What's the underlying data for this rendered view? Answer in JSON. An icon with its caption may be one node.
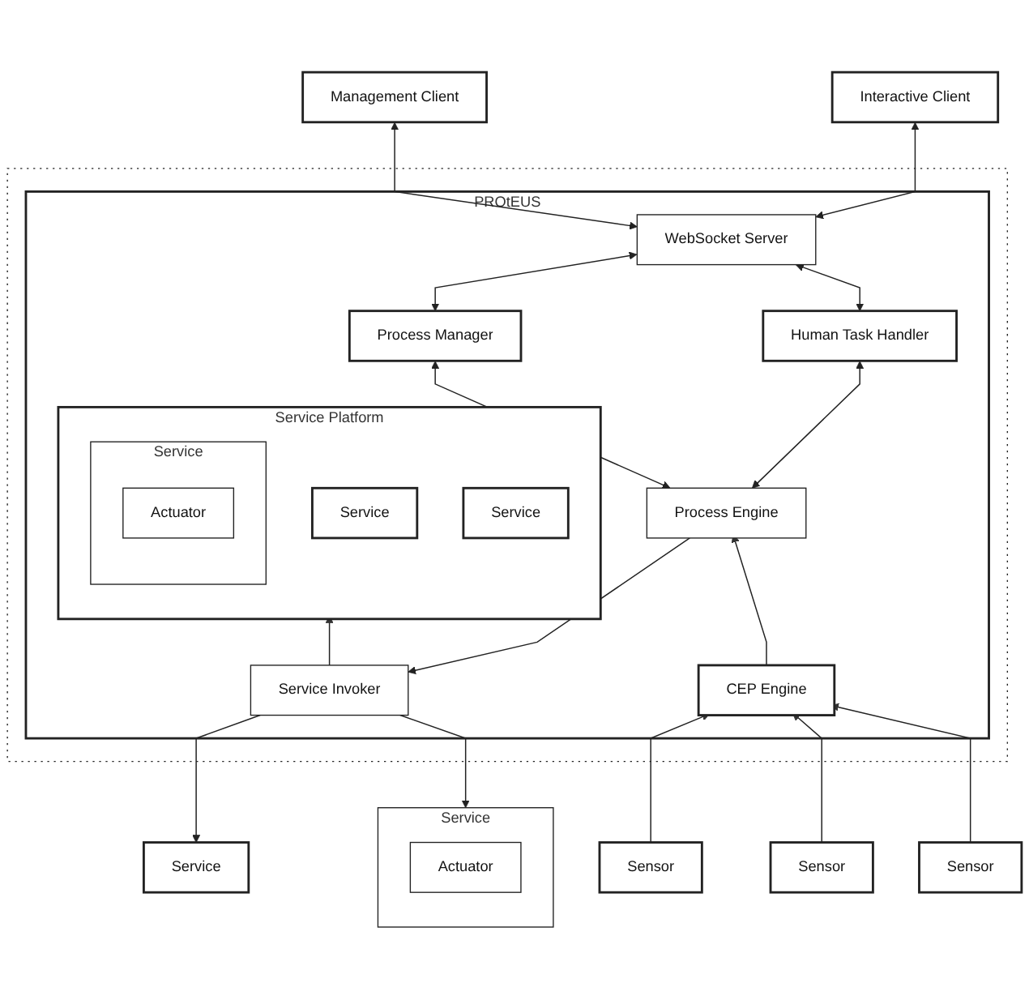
{
  "diagram": {
    "nodes": [
      {
        "text": [
          "Management Client"
        ]
      },
      {
        "text": [
          "Interactive Client"
        ]
      },
      {
        "text": [],
        "shape": "box"
      },
      {
        "text": [
          "PROtEUS"
        ],
        "in": 2
      },
      {
        "text": [
          "WebSocket Server"
        ],
        "in": 3
      },
      {
        "text": [
          "Process Manager"
        ],
        "in": 3
      },
      {
        "text": [
          "Human Task Handler"
        ],
        "in": 3
      },
      {
        "text": [
          "Process Engine"
        ],
        "in": 3
      },
      {
        "text": [
          "Service Platform"
        ],
        "in": 3
      },
      {
        "text": [
          "Service"
        ],
        "in": 8
      },
      {
        "text": [
          "Service"
        ],
        "in": 8
      },
      {
        "text": [
          "Service"
        ],
        "in": 8
      },
      {
        "text": [
          "Actuator"
        ],
        "in": 11
      },
      {
        "text": [
          "CEP Engine"
        ],
        "in": 3
      },
      {
        "text": [
          "Service Invoker"
        ],
        "in": 3
      },
      {
        "text": [
          "Service"
        ]
      },
      {
        "text": [
          "Actuator"
        ],
        "in": 15
      },
      {
        "text": [
          "Service"
        ]
      },
      {
        "text": [
          "Sensor"
        ]
      },
      {
        "text": [
          "Sensor"
        ]
      },
      {
        "text": [
          "Sensor"
        ]
      }
    ],
    "edges": [
      {
        "from": 0,
        "to": 4,
        "arrow": "both"
      },
      {
        "from": 1,
        "to": 4,
        "arrow": "both"
      },
      {
        "from": 4,
        "to": 5,
        "arrow": "both"
      },
      {
        "from": 4,
        "to": 6,
        "arrow": "both"
      },
      {
        "from": 5,
        "to": 7,
        "arrow": "both"
      },
      {
        "from": 6,
        "to": 7,
        "arrow": "both"
      },
      {
        "from": 7,
        "to": 14,
        "arrow": "to"
      },
      {
        "from": 13,
        "to": 7,
        "arrow": "to"
      },
      {
        "from": 14,
        "to": 8,
        "arrow": "to"
      },
      {
        "from": 14,
        "to": 15,
        "arrow": "to"
      },
      {
        "from": 14,
        "to": 17,
        "arrow": "to"
      },
      {
        "from": 18,
        "to": 13,
        "arrow": "to"
      },
      {
        "from": 19,
        "to": 13,
        "arrow": "to"
      },
      {
        "from": 20,
        "to": 13,
        "arrow": "to"
      }
    ]
  }
}
